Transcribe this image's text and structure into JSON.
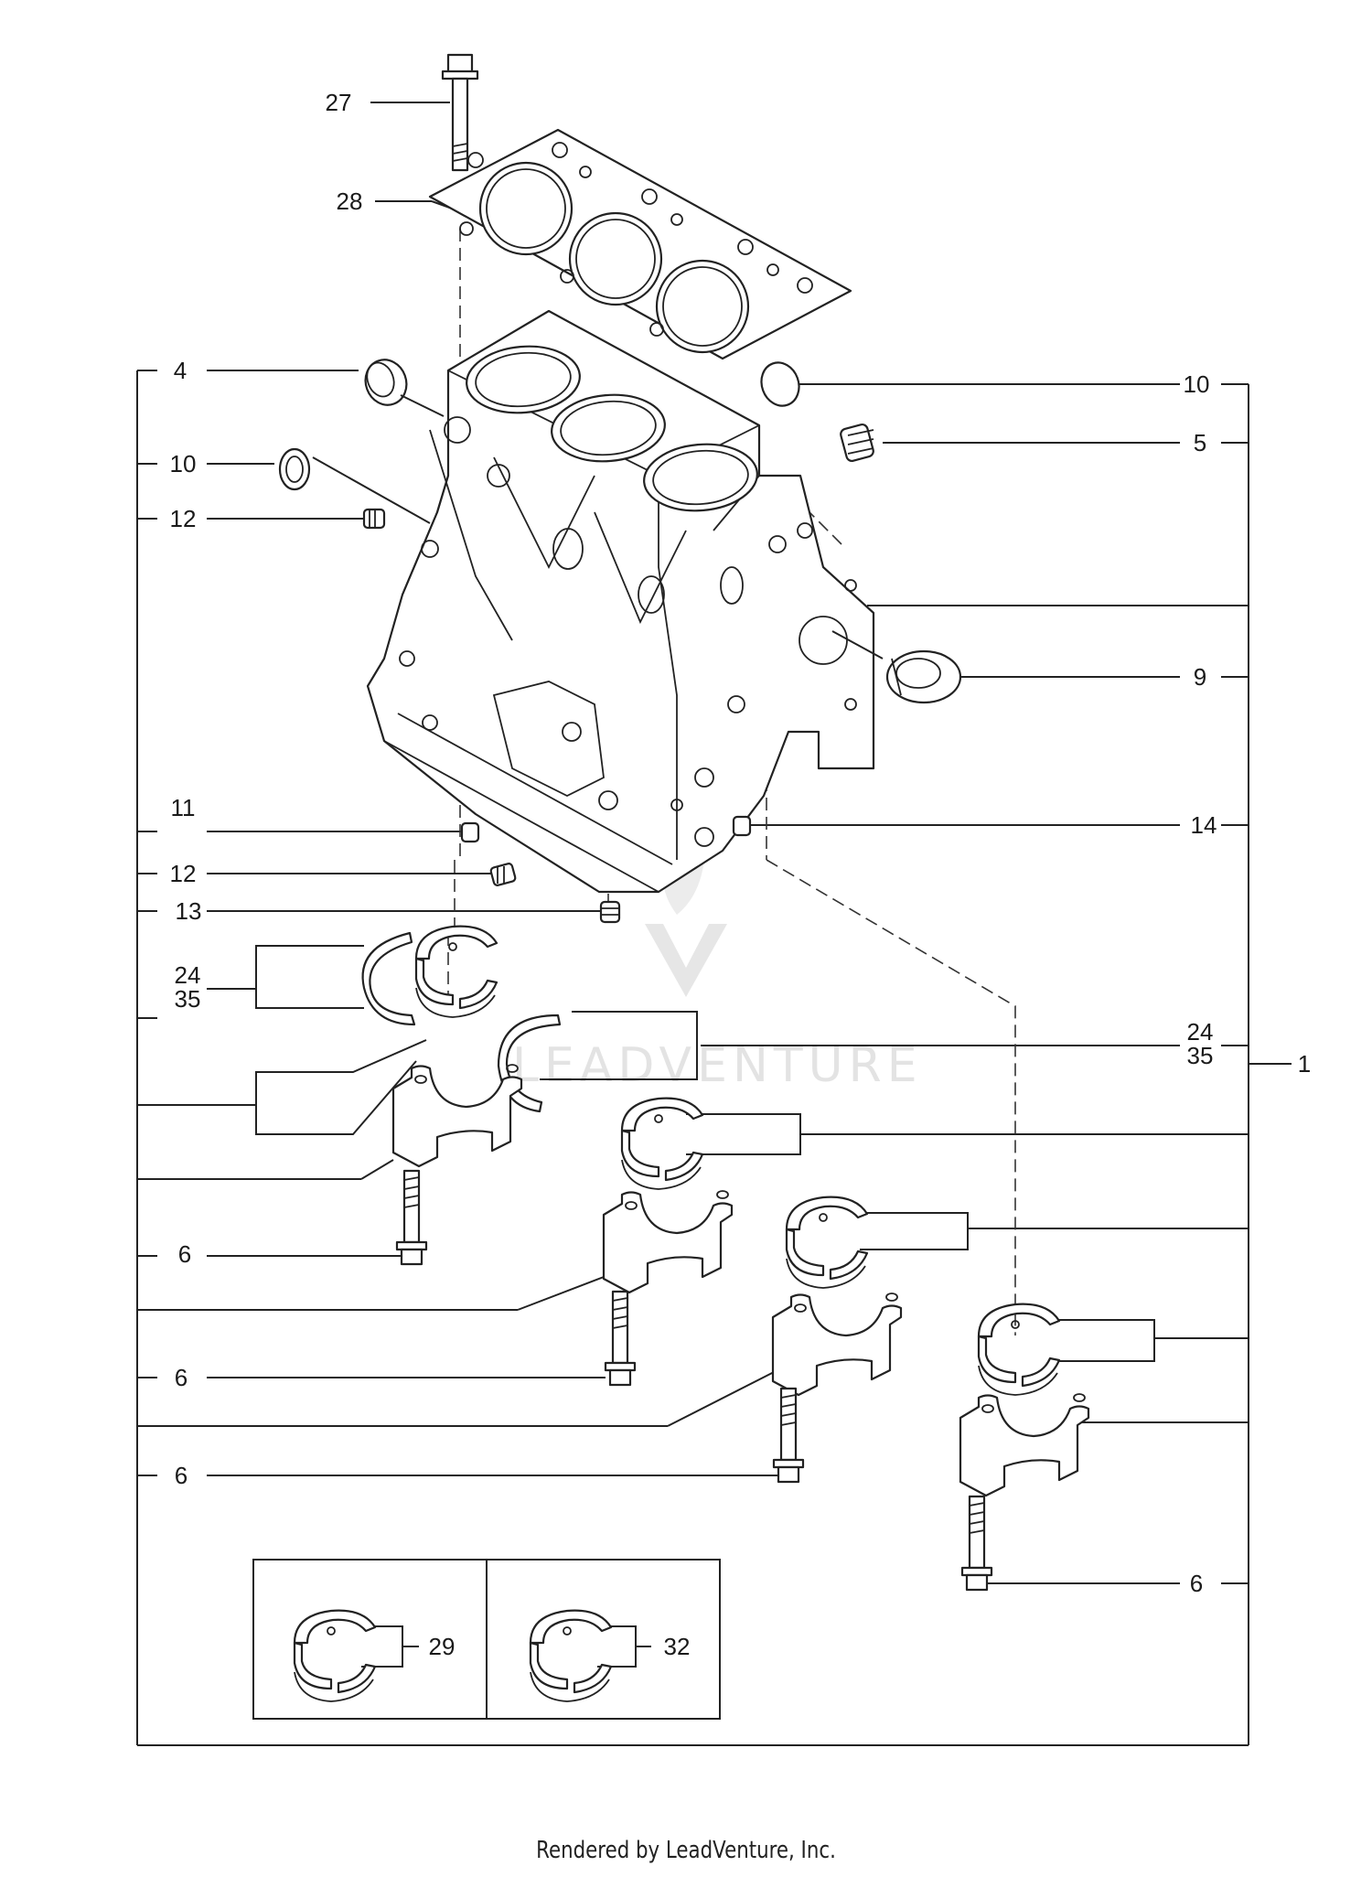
{
  "callouts": {
    "c1": "1",
    "c4": "4",
    "c5": "5",
    "c6a": "6",
    "c6b": "6",
    "c6c": "6",
    "c6d": "6",
    "c9": "9",
    "c10a": "10",
    "c10b": "10",
    "c11": "11",
    "c12a": "12",
    "c12b": "12",
    "c13": "13",
    "c14": "14",
    "c24a": "24",
    "c35a": "35",
    "c24b": "24",
    "c35b": "35",
    "c27": "27",
    "c28": "28",
    "c29": "29",
    "c32": "32"
  },
  "watermark": {
    "text": "LEADVENTURE"
  },
  "footer": {
    "text": "Rendered by LeadVenture, Inc."
  },
  "colors": {
    "line": "#222222",
    "watermark": "#e3e3e3"
  }
}
